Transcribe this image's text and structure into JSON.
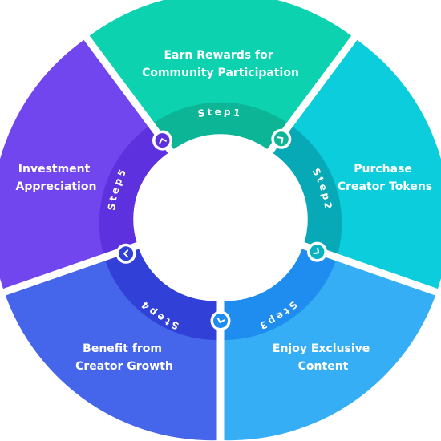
{
  "segments": [
    {
      "lines": [
        "Earn Rewards for",
        "Community Participation"
      ],
      "step_label": "Step1",
      "outer_color": "#0cd2b0",
      "ring_color": "#0bb596",
      "circle_color": "#0bb596"
    },
    {
      "lines": [
        "Purchase",
        "Creator Tokens"
      ],
      "step_label": "Step2",
      "outer_color": "#0ccddb",
      "ring_color": "#08a9b7",
      "circle_color": "#08b3c0"
    },
    {
      "lines": [
        "Enjoy Exclusive",
        "Content"
      ],
      "step_label": "Step3",
      "outer_color": "#36aef5",
      "ring_color": "#1f8cf0",
      "circle_color": "#1f8cf0"
    },
    {
      "lines": [
        "Benefit from",
        "Creator Growth"
      ],
      "step_label": "Step4",
      "outer_color": "#4565ea",
      "ring_color": "#3140d6",
      "circle_color": "#3140d6"
    },
    {
      "lines": [
        "Investment",
        "Appreciation"
      ],
      "step_label": "Step5",
      "outer_color": "#7146ee",
      "ring_color": "#5e31de",
      "circle_color": "#5e31de"
    }
  ]
}
